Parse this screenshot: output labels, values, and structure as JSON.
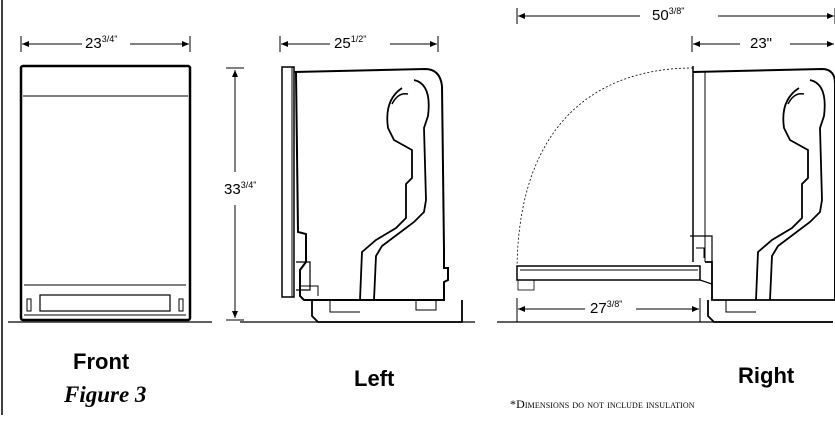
{
  "labels": {
    "front": "Front",
    "figure": "Figure 3",
    "left": "Left",
    "right": "Right",
    "note": "*Dimensions do not include insulation"
  },
  "dimensions": {
    "front_width": {
      "whole": "23",
      "frac": "3/4\""
    },
    "height": {
      "whole": "33",
      "frac": "3/4\""
    },
    "left_depth": {
      "whole": "25",
      "frac": "1/2\""
    },
    "open_depth_total": {
      "whole": "50",
      "frac": "3/8\""
    },
    "right_depth": {
      "whole": "23\"",
      "frac": ""
    },
    "door_length": {
      "whole": "27",
      "frac": "3/8\""
    }
  }
}
